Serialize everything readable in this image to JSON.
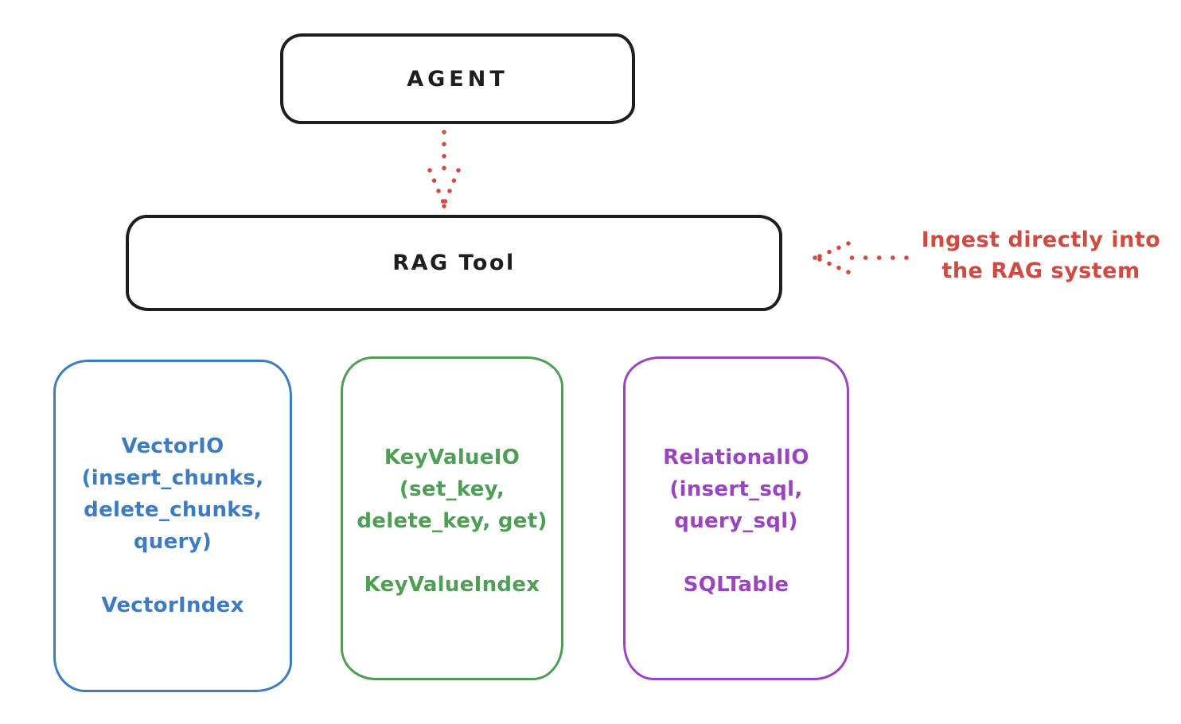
{
  "diagram": {
    "agent_box": {
      "label": "AGENT"
    },
    "rag_tool_box": {
      "label": "RAG Tool"
    },
    "annotation": {
      "line1": "Ingest directly into",
      "line2": "the RAG system"
    },
    "io_boxes": [
      {
        "name": "vector-io",
        "lines": [
          "VectorIO",
          "(insert_chunks,",
          "delete_chunks,",
          "query)"
        ],
        "index_label": "VectorIndex",
        "color": "#3d7cc0"
      },
      {
        "name": "keyvalue-io",
        "lines": [
          "KeyValueIO",
          "(set_key,",
          "delete_key, get)"
        ],
        "index_label": "KeyValueIndex",
        "color": "#4f9e56"
      },
      {
        "name": "relational-io",
        "lines": [
          "RelationalIO",
          "(insert_sql,",
          "query_sql)"
        ],
        "index_label": "SQLTable",
        "color": "#9b44c2"
      }
    ],
    "colors": {
      "stroke_black": "#1e1e1e",
      "annotation_red": "#ce4a42",
      "background": "#ffffff"
    }
  }
}
